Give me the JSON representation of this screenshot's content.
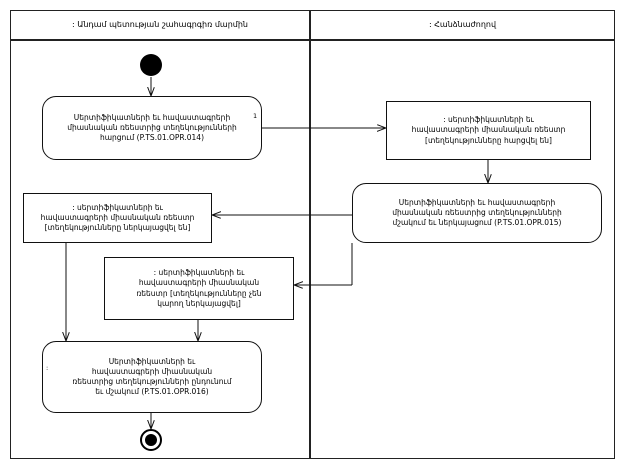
{
  "diagram": {
    "type": "uml-activity-diagram",
    "title": "",
    "swimlanes": [
      {
        "id": "lane-member-state",
        "label": ": Անդամ պետության շահագրգիռ մարմին"
      },
      {
        "id": "lane-commission",
        "label": ": Հանձնաժողով"
      }
    ],
    "nodes": [
      {
        "id": "initial-node",
        "kind": "initial",
        "lane": "lane-member-state",
        "label": ""
      },
      {
        "id": "action-request",
        "kind": "action",
        "lane": "lane-member-state",
        "label": "Սերտիֆիկատների եւ հավաստագրերի\nմիասնական ռեեստրից տեղեկությունների\nհարցում (P.TS.01.OPR.014)"
      },
      {
        "id": "object-requested",
        "kind": "object",
        "lane": "lane-commission",
        "label": ": սերտիֆիկատների եւ\nհավաստագրերի միասնական ռեեստր\n[տեղեկությունները հարցվել են]"
      },
      {
        "id": "action-process",
        "kind": "action",
        "lane": "lane-commission",
        "label": "Սերտիֆիկատների եւ հավաստագրերի\nմիասնական ռեեստրից տեղեկությունների\nմշակում եւ ներկայացում (P.TS.01.OPR.015)"
      },
      {
        "id": "object-presented",
        "kind": "object",
        "lane": "lane-member-state",
        "label": ": սերտիֆիկատների եւ\nհավաստագրերի միասնական ռեեստր\n[տեղեկությունները ներկայացվել են]"
      },
      {
        "id": "object-not-presented",
        "kind": "object",
        "lane": "lane-member-state",
        "label": ": սերտիֆիկատների եւ\nհավաստագրերի միասնական\nռեեստր [տեղեկությունները չեն\nկարող ներկայացվել]"
      },
      {
        "id": "action-receive",
        "kind": "action",
        "lane": "lane-member-state",
        "label": "Սերտիֆիկատների եւ\nհավաստագրերի միասնական\nռեեստրից տեղեկությունների ընդունում\nեւ մշակում (P.TS.01.OPR.016)"
      },
      {
        "id": "final-node",
        "kind": "final",
        "lane": "lane-member-state",
        "label": ""
      }
    ],
    "edge_labels": {
      "request_multiplicity": "1",
      "receive_marker": ":"
    }
  }
}
